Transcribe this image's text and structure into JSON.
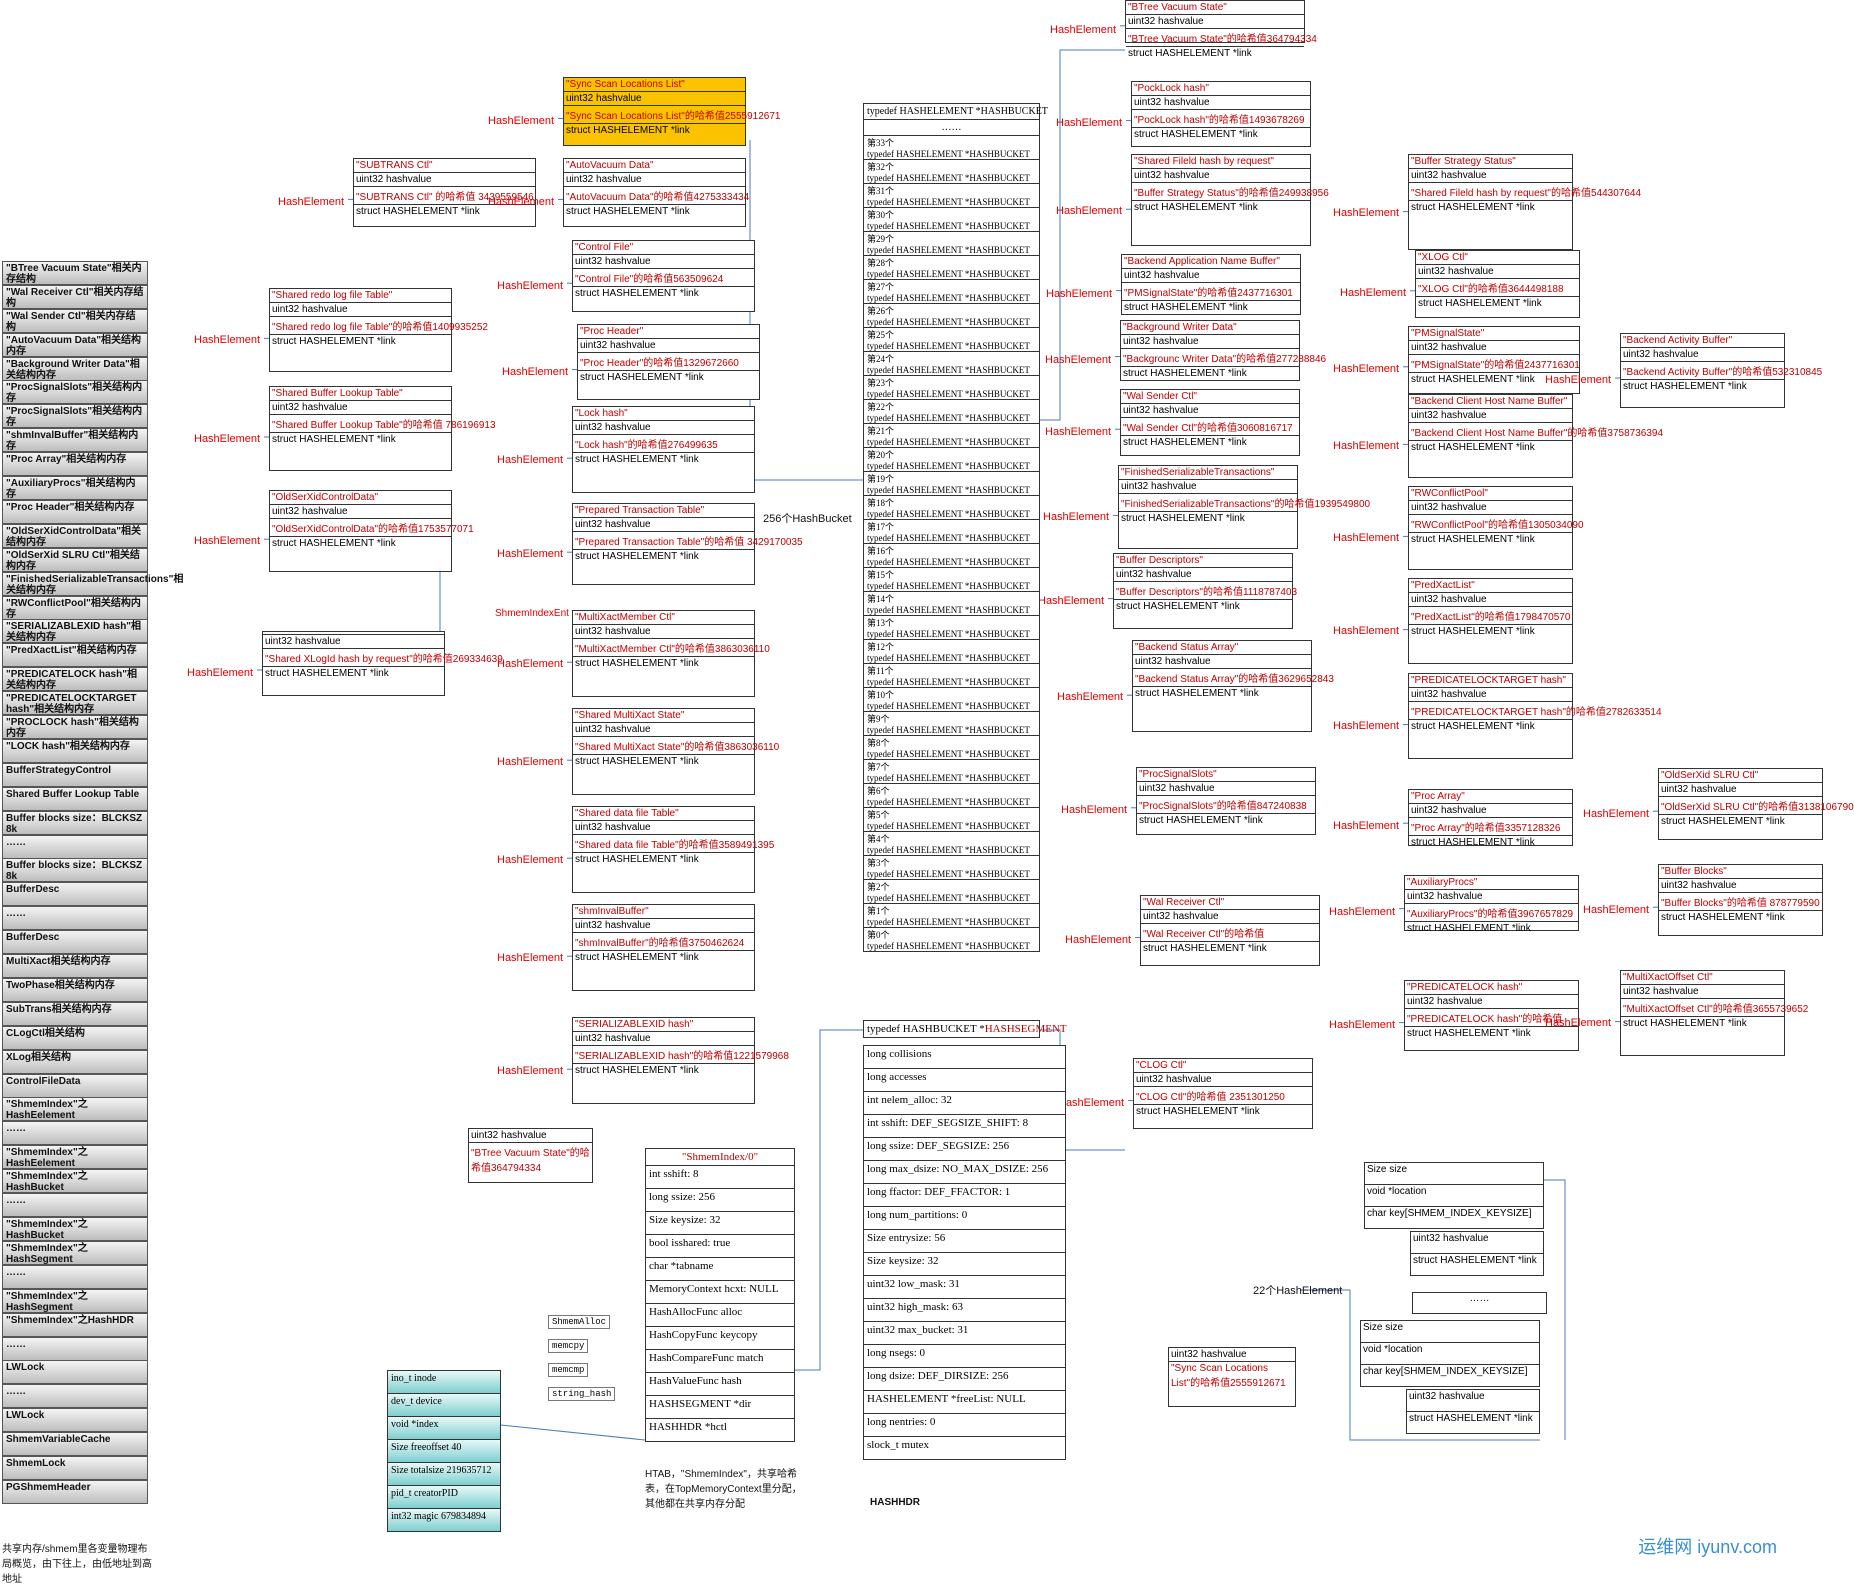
{
  "sidebar": [
    "\"BTree Vacuum State\"相关内存结构",
    "\"Wal Receiver Ctl\"相关内存结构",
    "\"Wal Sender Ctl\"相关内存结构",
    "\"AutoVacuum Data\"相关结构内存",
    "\"Background Writer Data\"相关结构内存",
    "\"ProcSignalSlots\"相关结构内存",
    "\"ProcSignalSlots\"相关结构内存",
    "\"shmInvalBuffer\"相关结构内存",
    "\"Proc Array\"相关结构内存",
    "\"AuxiliaryProcs\"相关结构内存",
    "\"Proc Header\"相关结构内存",
    "\"OldSerXidControlData\"相关结构内存",
    "\"OldSerXid SLRU Ctl\"相关结构内存",
    "\"FinishedSerializableTransactions\"相关结构内存",
    "\"RWConflictPool\"相关结构内存",
    "\"SERIALIZABLEXID hash\"相关结构内存",
    "\"PredXactList\"相关结构内存",
    "\"PREDICATELOCK hash\"相关结构内存",
    "\"PREDICATELOCKTARGET hash\"相关结构内存",
    "\"PROCLOCK hash\"相关结构内存",
    "\"LOCK hash\"相关结构内存",
    "BufferStrategyControl",
    "Shared Buffer Lookup Table",
    "Buffer blocks size：BLCKSZ 8k",
    "……",
    "Buffer blocks size：BLCKSZ 8k",
    "BufferDesc",
    "……",
    "BufferDesc",
    "MultiXact相关结构内存",
    "TwoPhase相关结构内存",
    "SubTrans相关结构内存",
    "CLogCtl相关结构",
    "XLog相关结构",
    "ControlFileData",
    "\"ShmemIndex\"之HashEelement",
    "……",
    "\"ShmemIndex\"之HashEelement",
    "\"ShmemIndex\"之HashBucket",
    "……",
    "\"ShmemIndex\"之HashBucket",
    "\"ShmemIndex\"之HashSegment",
    "……",
    "\"ShmemIndex\"之HashSegment",
    "\"ShmemIndex\"之HashHDR",
    "……",
    "LWLock",
    "……",
    "LWLock",
    "ShmemVariableCache",
    "ShmemLock",
    "PGShmemHeader"
  ],
  "sidebar_caption": "共享内存/shmem里各变量物理布局概览，由下往上，由低地址到高地址",
  "common": {
    "hashvalue": "uint32 hashvalue",
    "link": "struct HASHELEMENT *link",
    "hash_element": "HashElement"
  },
  "elements": [
    {
      "name": "\"BTree Vacuum State\"",
      "hash": "\"BTree Vacuum State\"的哈希值364794334"
    },
    {
      "name": "\"PockLock hash\"",
      "hash": "\"PockLock hash\"的哈希值1493678269"
    },
    {
      "name": "\"Shared Fileld hash by request\"",
      "hash": "\"Buffer Strategy Status\"的哈希值249938956"
    },
    {
      "name": "\"Backend Application Name Buffer\"",
      "hash": "\"PMSignalState\"的哈希值2437716301"
    },
    {
      "name": "\"Background Writer Data\"",
      "hash": "\"Backgrounc Writer Data\"的哈希值277288846"
    },
    {
      "name": "\"Wal Sender Ctl\"",
      "hash": "\"Wal Sender Ctl\"的哈希值3060816717"
    },
    {
      "name": "\"FinishedSerializableTransactions\"",
      "hash": "\"FinishedSerializableTransactions\"的哈希值1939549800"
    },
    {
      "name": "\"Buffer Descriptors\"",
      "hash": "\"Buffer Descriptors\"的哈希值1118787403"
    },
    {
      "name": "\"Backend Status Array\"",
      "hash": "\"Backend Status Array\"的哈希值3629652843"
    },
    {
      "name": "\"ProcSignalSlots\"",
      "hash": "\"ProcSignalSlots\"的哈希值847240838"
    },
    {
      "name": "\"Wal Receiver Ctl\"",
      "hash": "\"Wal Receiver Ctl\"的哈希值"
    },
    {
      "name": "\"CLOG Ctl\"",
      "hash": "\"CLOG Ctl\"的哈希值 2351301250"
    },
    {
      "name": "\"Sync Scan Locations List\"",
      "hash": "\"Sync Scan Locations List\"的哈希值2555912671"
    },
    {
      "name": "\"SUBTRANS Ctl\"",
      "hash": "\"SUBTRANS Ctl\" 的哈希值 3439559546"
    },
    {
      "name": "\"AutoVacuum Data\"",
      "hash": "\"AutoVacuum Data\"的哈希值4275333434"
    },
    {
      "name": "\"Control File\"",
      "hash": "\"Control File\"的哈希值563509624"
    },
    {
      "name": "\"Shared redo log file Table\"",
      "hash": "\"Shared redo log file Table\"的哈希值1409935252"
    },
    {
      "name": "\"Proc Header\"",
      "hash": "\"Proc Header\"的哈希值1329672660"
    },
    {
      "name": "\"Shared Buffer Lookup Table\"",
      "hash": "\"Shared Buffer Lookup Table\"的哈希值 786196913"
    },
    {
      "name": "\"Lock hash\"",
      "hash": "\"Lock hash\"的哈希值276499635"
    },
    {
      "name": "\"OldSerXidControlData\"",
      "hash": "\"OldSerXidControlData\"的哈希值1753577071"
    },
    {
      "name": "\"Prepared Transaction Table\"",
      "hash": "\"Prepared Transaction Table\"的哈希值 3429170035"
    },
    {
      "name": "",
      "hash": "\"Shared XLogId hash by request\"的哈希值269334639"
    },
    {
      "name": "\"MultiXactMember Ctl\"",
      "hash": "\"MultiXactMember Ctl\"的哈希值3863036110"
    },
    {
      "name": "\"Shared MultiXact State\"",
      "hash": "\"Shared MultiXact State\"的哈希值3863036110"
    },
    {
      "name": "\"Shared data file Table\"",
      "hash": "\"Shared data file Table\"的哈希值3589491395"
    },
    {
      "name": "\"shmInvalBuffer\"",
      "hash": "\"shmInvalBuffer\"的哈希值3750462624"
    },
    {
      "name": "\"SERIALIZABLEXID hash\"",
      "hash": "\"SERIALIZABLEXID hash\"的哈希值1221579968"
    },
    {
      "name": "\"Buffer Strategy Status\"",
      "hash": "\"Shared Fileld hash by request\"的哈希值544307644"
    },
    {
      "name": "\"XLOG Ctl\"",
      "hash": "\"XLOG Ctl\"的哈希值3644498188"
    },
    {
      "name": "\"PMSignalState\"",
      "hash": "\"PMSignalState\"的哈希值2437716301"
    },
    {
      "name": "\"Backend Client Host Name Buffer\"",
      "hash": "\"Backend Client Host Name Buffer\"的哈希值3758736394"
    },
    {
      "name": "\"RWConflictPool\"",
      "hash": "\"RWConflictPool\"的哈希值1305034090"
    },
    {
      "name": "\"PredXactList\"",
      "hash": "\"PredXactList\"的哈希值1798470570"
    },
    {
      "name": "\"PREDICATELOCKTARGET hash\"",
      "hash": "\"PREDICATELOCKTARGET hash\"的哈希值2782633514"
    },
    {
      "name": "\"Proc Array\"",
      "hash": "\"Proc Array\"的哈希值3357128326"
    },
    {
      "name": "\"AuxiliaryProcs\"",
      "hash": "\"AuxiliaryProcs\"的哈希值3967657829"
    },
    {
      "name": "\"PREDICATELOCK hash\"",
      "hash": "\"PREDICATELOCK hash\"的哈希值"
    },
    {
      "name": "\"Backend Activity Buffer\"",
      "hash": "\"Backend Activity Buffer\"的哈希值532310845"
    },
    {
      "name": "\"OldSerXid SLRU Ctl\"",
      "hash": "\"OldSerXid SLRU Ctl\"的哈希值3138106790"
    },
    {
      "name": "\"Buffer Blocks\"",
      "hash": "\"Buffer Blocks\"的哈希值 878779590"
    },
    {
      "name": "\"MultiXactOffset Ctl\"",
      "hash": "\"MultiXactOffset Ctl\"的哈希值3655739652"
    }
  ],
  "bucket": {
    "header": "typedef HASHELEMENT *HASHBUCKET",
    "dots": "……",
    "row": "typedef HASHELEMENT *HASHBUCKET",
    "indices": [
      "第33个",
      "第32个",
      "第31个",
      "第30个",
      "第29个",
      "第28个",
      "第27个",
      "第26个",
      "第25个",
      "第24个",
      "第23个",
      "第22个",
      "第21个",
      "第20个",
      "第19个",
      "第18个",
      "第17个",
      "第16个",
      "第15个",
      "第14个",
      "第13个",
      "第12个",
      "第11个",
      "第10个",
      "第9个",
      "第8个",
      "第7个",
      "第6个",
      "第5个",
      "第4个",
      "第3个",
      "第2个",
      "第1个",
      "第0个"
    ],
    "count_label": "256个HashBucket",
    "shmem_index_ent": "ShmemIndexEnt"
  },
  "segment": {
    "prefix": "typedef HASHBUCKET *",
    "name": "HASHSEGMENT"
  },
  "hashhdr": {
    "fields": [
      "long collisions",
      "long accesses",
      "int nelem_alloc: 32",
      "int sshift: DEF_SEGSIZE_SHIFT: 8",
      "long ssize: DEF_SEGSIZE: 256",
      "long max_dsize: NO_MAX_DSIZE: 256",
      "long ffactor: DEF_FFACTOR: 1",
      "long num_partitions: 0",
      "Size entrysize: 56",
      "Size keysize: 32",
      "uint32 low_mask: 31",
      "uint32 high_mask: 63",
      "uint32 max_bucket: 31",
      "long nsegs: 0",
      "long dsize: DEF_DIRSIZE: 256",
      "HASHELEMENT *freeList: NULL",
      "long nentries: 0",
      "slock_t mutex"
    ],
    "caption": "HASHHDR"
  },
  "htab": {
    "title": "\"ShmemIndex/0\"",
    "fields": [
      "int sshift: 8",
      "long ssize: 256",
      "Size keysize: 32",
      "bool isshared: true",
      "char *tabname",
      "MemoryContext hcxt: NULL",
      "HashAllocFunc alloc",
      "HashCopyFunc keycopy",
      "HashCompareFunc match",
      "HashValueFunc hash",
      "HASHSEGMENT *dir",
      "HASHHDR *hctl"
    ],
    "funcs": [
      "ShmemAlloc",
      "memcpy",
      "memcmp",
      "string_hash"
    ],
    "caption": "HTAB，\"ShmemIndex\"，共享哈希表，在TopMemoryContext里分配，其他都在共享内存分配"
  },
  "pgshmem": {
    "fields": [
      "ino_t inode",
      "dev_t device",
      "void *index",
      "Size freeoffset 40",
      "Size totalsize 219635712",
      "pid_t creatorPID",
      "int32 magic 679834894"
    ]
  },
  "btree_note": {
    "line1": "uint32 hashvalue",
    "line2": "\"BTree Vacuum State\"的哈希值364794334"
  },
  "sync_note": {
    "line1": "uint32 hashvalue",
    "line2": "\"Sync Scan Locations List\"的哈希值2555912671"
  },
  "shmem_entry": {
    "key_fields": [
      "Size size",
      "void *location",
      "char key[SHMEM_INDEX_KEYSIZE]"
    ],
    "dots": "……",
    "count_label": "22个HashElement"
  },
  "watermark": "运维网 iyunv.com"
}
